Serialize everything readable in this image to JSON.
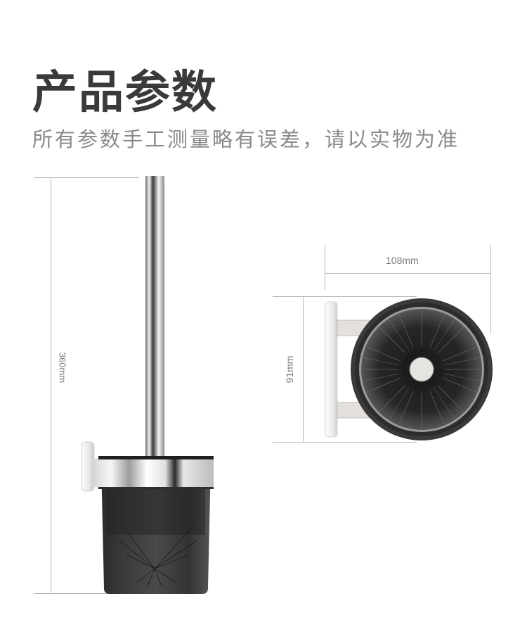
{
  "header": {
    "title": "产品参数",
    "subtitle": "所有参数手工测量略有误差，请以实物为准"
  },
  "front_view": {
    "height_label": "360mm"
  },
  "top_view": {
    "width_label": "108mm",
    "height_label": "91mm"
  },
  "colors": {
    "title": "#3a3a3a",
    "subtitle": "#8a8a8a",
    "dimension_line": "#b8b8b8",
    "dimension_text": "#7a7a7a",
    "holder_dark": "#2b2b2b",
    "steel": "#d9d9d9",
    "wall_plate": "#efefef"
  }
}
